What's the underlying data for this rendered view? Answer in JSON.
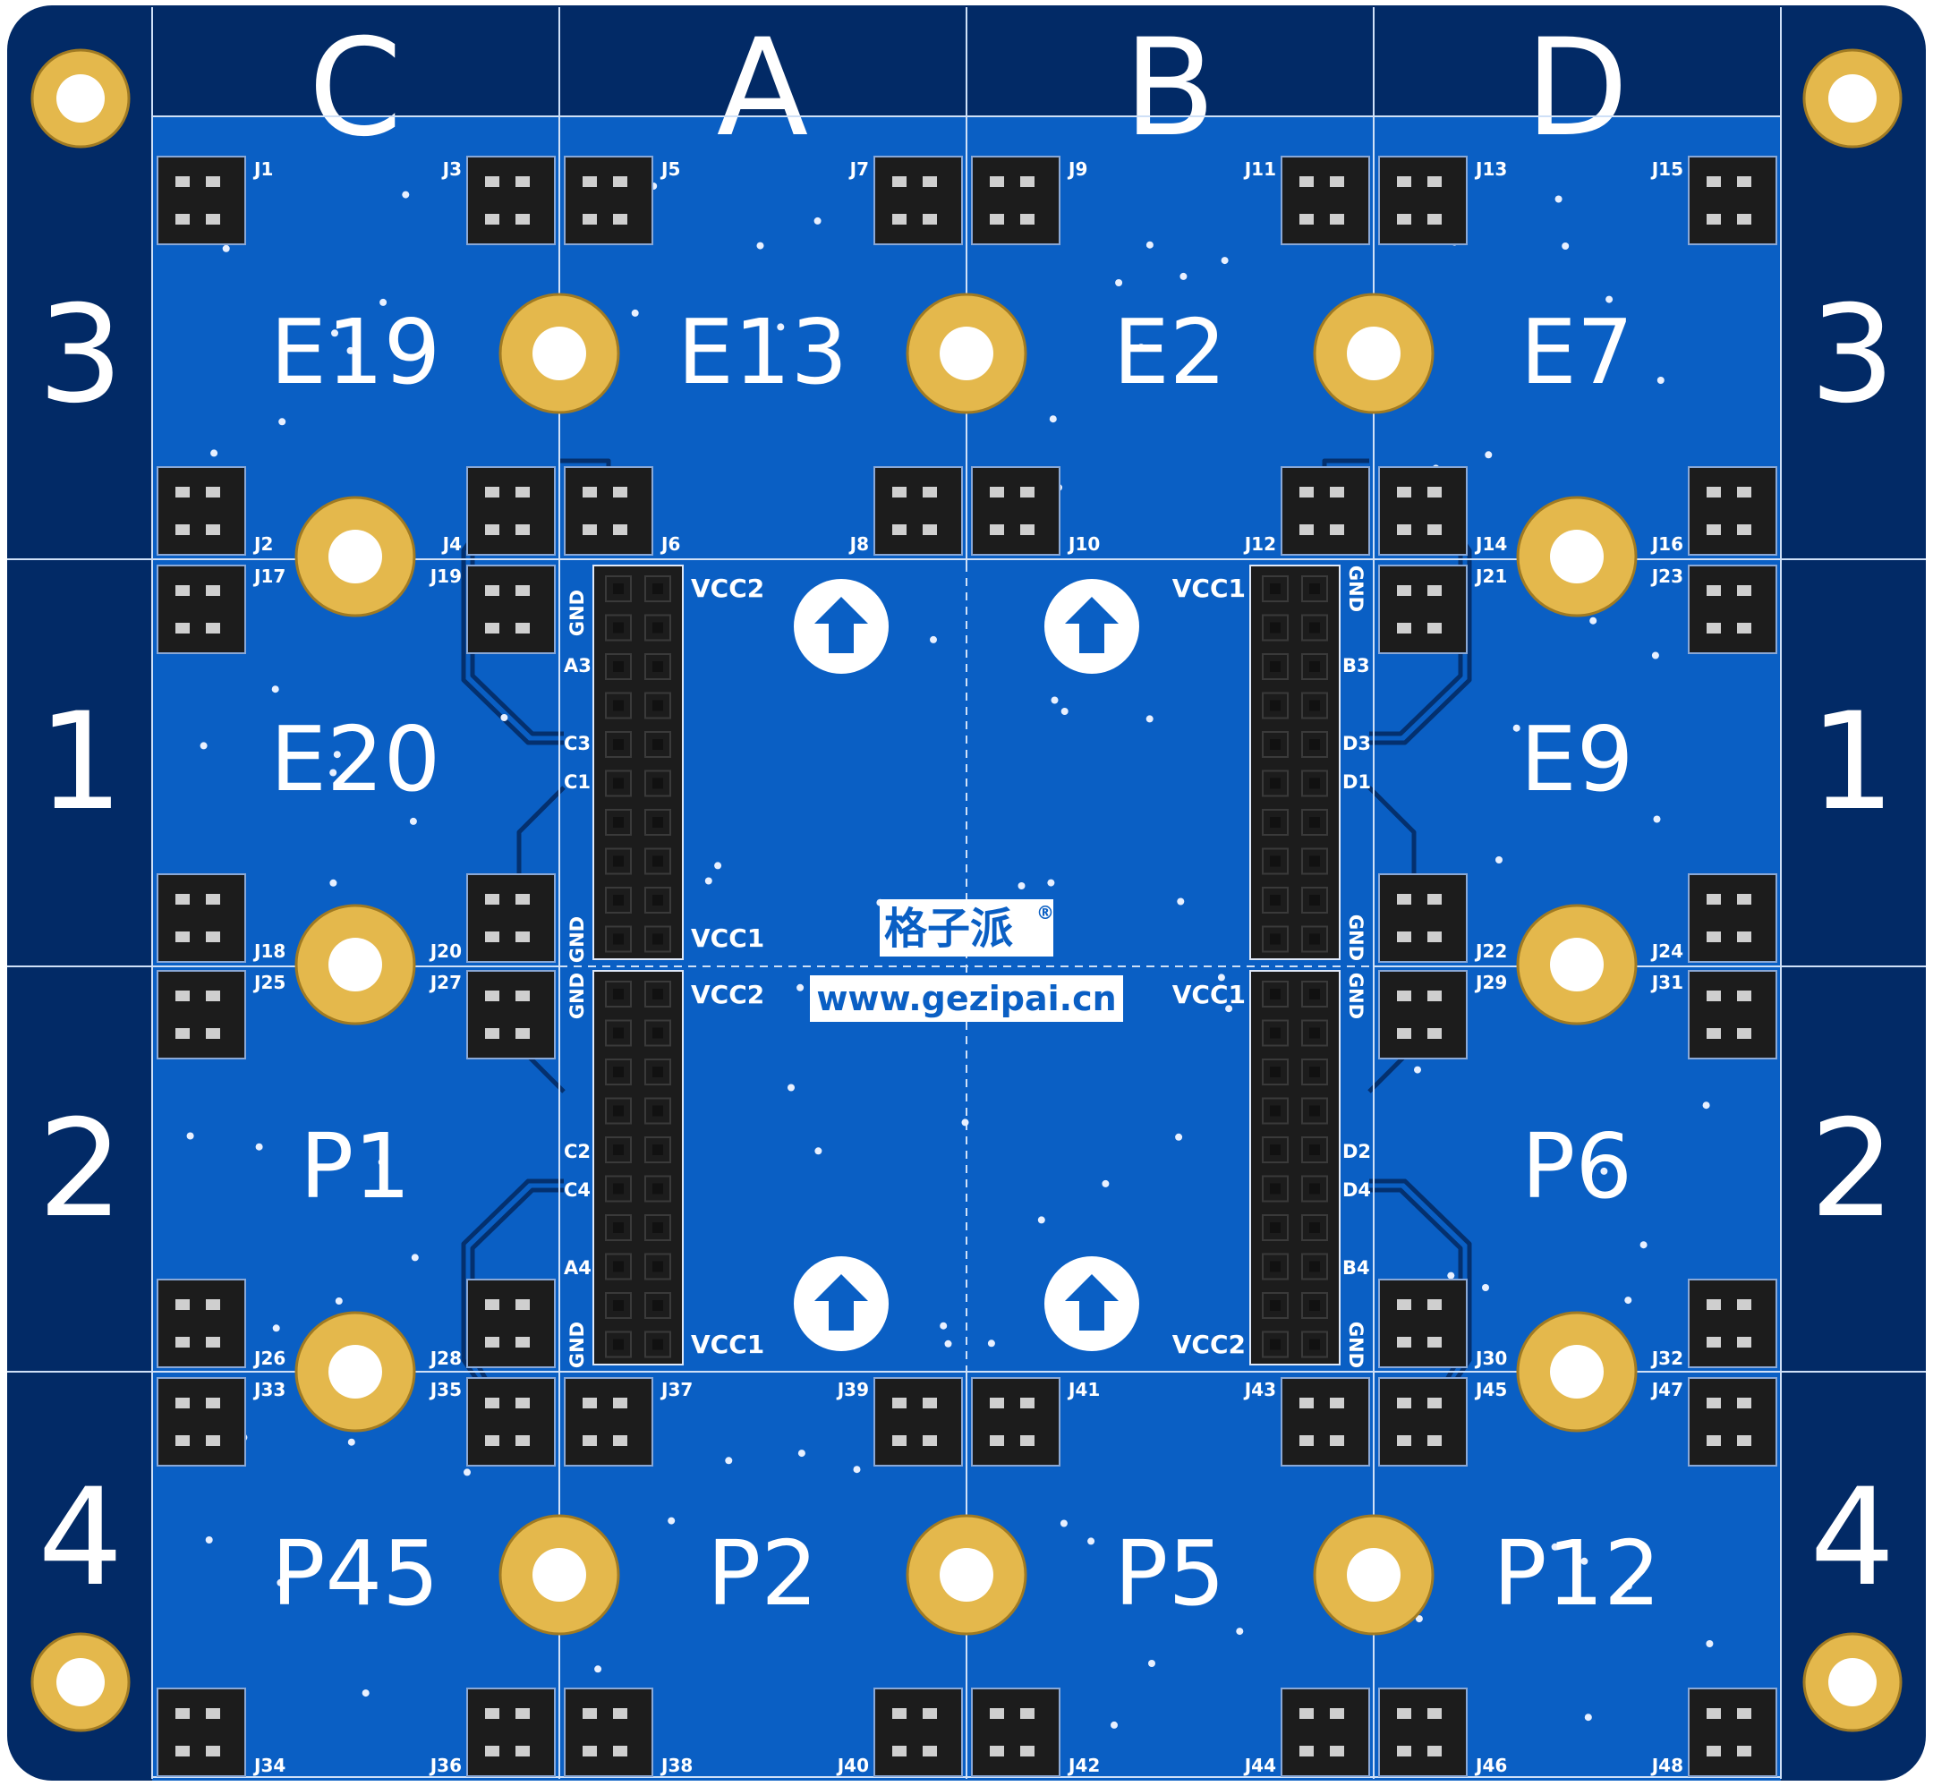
{
  "columns": [
    "C",
    "A",
    "B",
    "D"
  ],
  "rows": [
    "3",
    "1",
    "2",
    "4"
  ],
  "cells": [
    [
      "E19",
      "E13",
      "E2",
      "E7"
    ],
    [
      "E20",
      "",
      "",
      "E9"
    ],
    [
      "P1",
      "",
      "",
      "P6"
    ],
    [
      "P45",
      "P2",
      "P5",
      "P12"
    ]
  ],
  "connectors": {
    "row3": [
      "J1",
      "J3",
      "J5",
      "J7",
      "J9",
      "J11",
      "J13",
      "J15",
      "J2",
      "J4",
      "J6",
      "J8",
      "J10",
      "J12",
      "J14",
      "J16"
    ],
    "row1": [
      "J17",
      "J19",
      "J21",
      "J23",
      "J18",
      "J20",
      "J22",
      "J24"
    ],
    "row2": [
      "J25",
      "J27",
      "J29",
      "J31",
      "J26",
      "J28",
      "J30",
      "J32"
    ],
    "row4": [
      "J33",
      "J35",
      "J37",
      "J39",
      "J41",
      "J43",
      "J45",
      "J47",
      "J34",
      "J36",
      "J38",
      "J40",
      "J42",
      "J44",
      "J46",
      "J48"
    ]
  },
  "headers": {
    "left_top": {
      "top": "VCC2",
      "bottom": "VCC1",
      "gnd_top": "GND",
      "gnd_bottom": "GND",
      "pins": [
        "A3",
        "C3",
        "C1"
      ]
    },
    "right_top": {
      "top": "VCC1",
      "gnd_top": "GND",
      "gnd_bottom": "GND",
      "pins": [
        "B3",
        "D3",
        "D1"
      ]
    },
    "left_bottom": {
      "top": "VCC2",
      "bottom": "VCC1",
      "gnd_top": "GND",
      "gnd_bottom": "GND",
      "pins": [
        "C2",
        "C4",
        "A4"
      ]
    },
    "right_bottom": {
      "top": "VCC1",
      "bottom": "VCC2",
      "gnd_top": "GND",
      "gnd_bottom": "GND",
      "pins": [
        "D2",
        "D4",
        "B4"
      ]
    }
  },
  "brand": {
    "name": "格子派",
    "reg": "®",
    "url": "www.gezipai.cn"
  },
  "colors": {
    "frame": "#022a66",
    "board": "#0a5fc4",
    "pad": "#e4b84c",
    "connector": "#1c1c1c",
    "grid": "#cfe0f7"
  }
}
